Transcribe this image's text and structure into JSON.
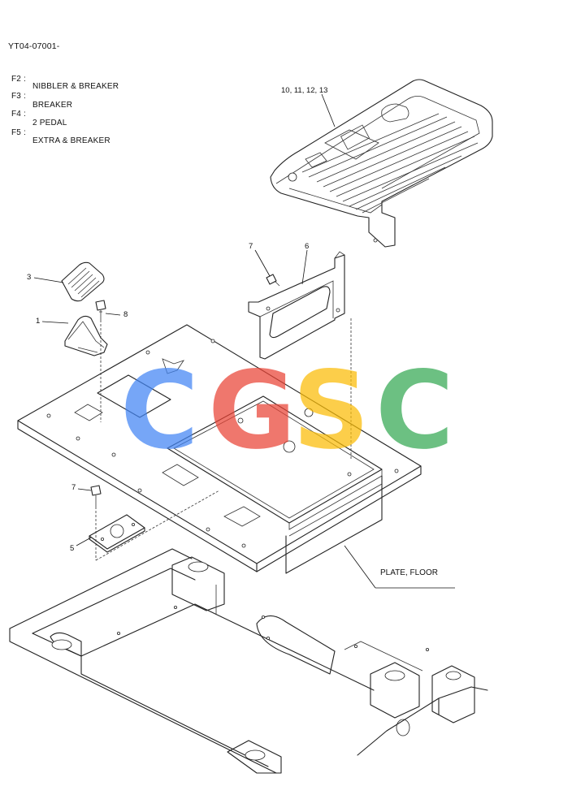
{
  "header": {
    "doc_id": "YT04-07001-"
  },
  "options": [
    {
      "code": "F2 :",
      "desc": "NIBBLER & BREAKER"
    },
    {
      "code": "F3 :",
      "desc": "BREAKER"
    },
    {
      "code": "F4 :",
      "desc": "2 PEDAL"
    },
    {
      "code": "F5 :",
      "desc": "EXTRA & BREAKER"
    }
  ],
  "callouts": {
    "mat": "10, 11, 12, 13",
    "bracket_bolt": "7",
    "bracket": "6",
    "pedal_pad": "3",
    "bolt": "8",
    "pedal": "1",
    "plate_bolt": "7",
    "plate": "5",
    "floor_plate": "PLATE, FLOOR"
  },
  "watermark": {
    "letters": [
      "C",
      "G",
      "S",
      "C"
    ],
    "colors": [
      "#4285f4",
      "#ea4335",
      "#fbbc05",
      "#34a853"
    ]
  }
}
